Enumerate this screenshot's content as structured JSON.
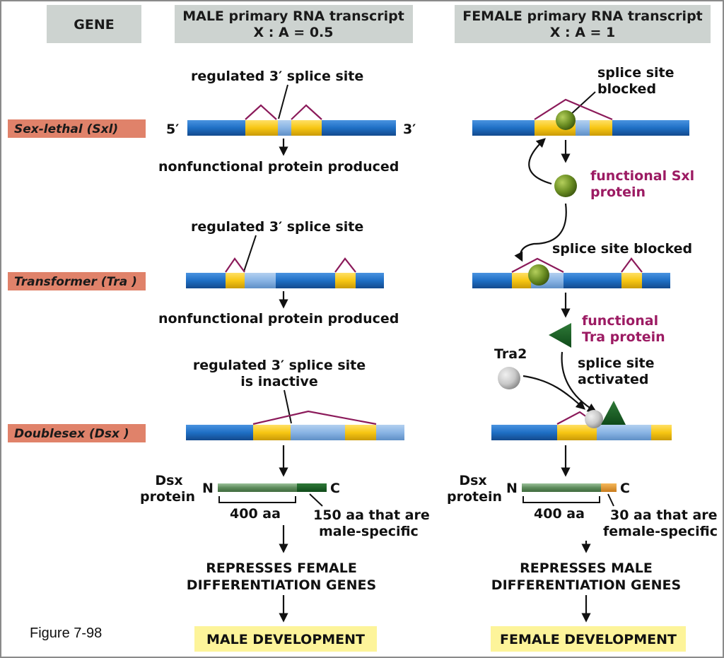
{
  "header": {
    "gene": "GENE",
    "male_line1": "MALE primary RNA transcript",
    "male_line2": "X : A = 0.5",
    "female_line1": "FEMALE primary RNA transcript",
    "female_line2": "X : A = 1"
  },
  "genes": {
    "sxl": "Sex-lethal (Sxl)",
    "tra": "Transformer (Tra )",
    "dsx": "Doublesex (Dsx )"
  },
  "male": {
    "sxl_site": "regulated 3′ splice site",
    "five_prime": "5′",
    "three_prime": "3′",
    "sxl_result": "nonfunctional protein produced",
    "tra_site": "regulated 3′ splice site",
    "tra_result": "nonfunctional protein produced",
    "dsx_site_line1": "regulated 3′ splice site",
    "dsx_site_line2": "is inactive",
    "dsx_protein_line1": "Dsx",
    "dsx_protein_line2": "protein",
    "n_term": "N",
    "c_term": "C",
    "common_len": "400 aa",
    "specific_line1": "150 aa that are",
    "specific_line2": "male-specific",
    "effect_line1": "REPRESSES FEMALE",
    "effect_line2": "DIFFERENTIATION GENES",
    "outcome": "MALE DEVELOPMENT"
  },
  "female": {
    "sxl_blocked_line1": "splice site",
    "sxl_blocked_line2": "blocked",
    "sxl_protein_line1": "functional Sxl",
    "sxl_protein_line2": "protein",
    "tra_blocked": "splice site blocked",
    "tra_protein_line1": "functional",
    "tra_protein_line2": "Tra protein",
    "tra2": "Tra2",
    "activated_line1": "splice site",
    "activated_line2": "activated",
    "dsx_protein_line1": "Dsx",
    "dsx_protein_line2": "protein",
    "n_term": "N",
    "c_term": "C",
    "common_len": "400 aa",
    "specific_line1": "30 aa that are",
    "specific_line2": "female-specific",
    "effect_line1": "REPRESSES MALE",
    "effect_line2": "DIFFERENTIATION GENES",
    "outcome": "FEMALE DEVELOPMENT"
  },
  "figure_label": "Figure 7-98",
  "colors": {
    "exon_blue": "#1f6fc5",
    "exon_yellow": "#f7c613",
    "intron_light_blue": "#89b4e4",
    "intron_line": "#8b1a5a",
    "sxl_protein": "#6b8e23",
    "tra_protein": "#1f6b2a",
    "tra2_protein": "#c8c8c8",
    "header_bg": "#cdd3d0",
    "gene_label_bg": "#e0826a",
    "outcome_bg": "#fdf49a",
    "magenta_text": "#9c1b63"
  }
}
